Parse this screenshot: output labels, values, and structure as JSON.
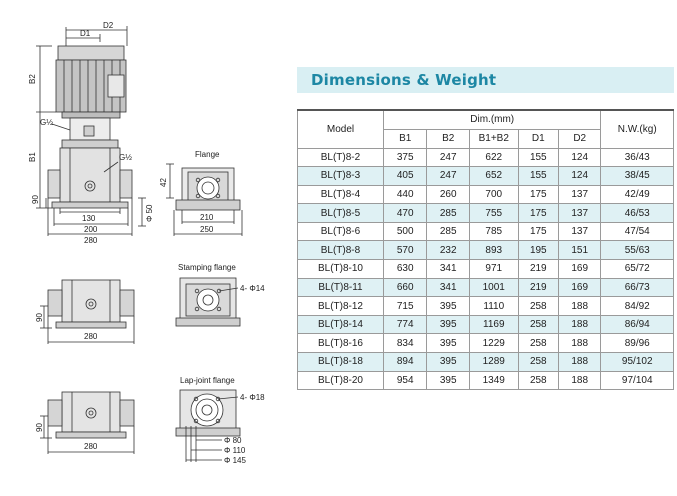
{
  "title": "Dimensions & Weight",
  "table": {
    "header_model": "Model",
    "header_dim_group": "Dim.(mm)",
    "header_nw": "N.W.(kg)",
    "sub_headers": [
      "B1",
      "B2",
      "B1+B2",
      "D1",
      "D2"
    ],
    "rows": [
      [
        "BL(T)8-2",
        "375",
        "247",
        "622",
        "155",
        "124",
        "36/43"
      ],
      [
        "BL(T)8-3",
        "405",
        "247",
        "652",
        "155",
        "124",
        "38/45"
      ],
      [
        "BL(T)8-4",
        "440",
        "260",
        "700",
        "175",
        "137",
        "42/49"
      ],
      [
        "BL(T)8-5",
        "470",
        "285",
        "755",
        "175",
        "137",
        "46/53"
      ],
      [
        "BL(T)8-6",
        "500",
        "285",
        "785",
        "175",
        "137",
        "47/54"
      ],
      [
        "BL(T)8-8",
        "570",
        "232",
        "893",
        "195",
        "151",
        "55/63"
      ],
      [
        "BL(T)8-10",
        "630",
        "341",
        "971",
        "219",
        "169",
        "65/72"
      ],
      [
        "BL(T)8-11",
        "660",
        "341",
        "1001",
        "219",
        "169",
        "66/73"
      ],
      [
        "BL(T)8-12",
        "715",
        "395",
        "1110",
        "258",
        "188",
        "84/92"
      ],
      [
        "BL(T)8-14",
        "774",
        "395",
        "1169",
        "258",
        "188",
        "86/94"
      ],
      [
        "BL(T)8-16",
        "834",
        "395",
        "1229",
        "258",
        "188",
        "89/96"
      ],
      [
        "BL(T)8-18",
        "894",
        "395",
        "1289",
        "258",
        "188",
        "95/102"
      ],
      [
        "BL(T)8-20",
        "954",
        "395",
        "1349",
        "258",
        "188",
        "97/104"
      ]
    ]
  },
  "drawing": {
    "labels": {
      "d1": "D1",
      "d2": "D2",
      "b2": "B2",
      "b1": "B1",
      "g_left": "G½",
      "g_right": "G½",
      "dim_90_a": "90",
      "dim_130": "130",
      "dim_200": "200",
      "dim_280_a": "280",
      "phi_50": "Φ 50",
      "flange_title": "Flange",
      "dim_42": "42",
      "dim_210": "210",
      "dim_250": "250",
      "stamping_title": "Stamping flange",
      "holes_14": "4- Φ14",
      "dim_90_b": "90",
      "dim_280_b": "280",
      "lap_title": "Lap-joint flange",
      "holes_18": "4- Φ18",
      "dim_90_c": "90",
      "dim_280_c": "280",
      "phi_80": "Φ 80",
      "phi_110": "Φ 110",
      "phi_145": "Φ 145"
    }
  }
}
